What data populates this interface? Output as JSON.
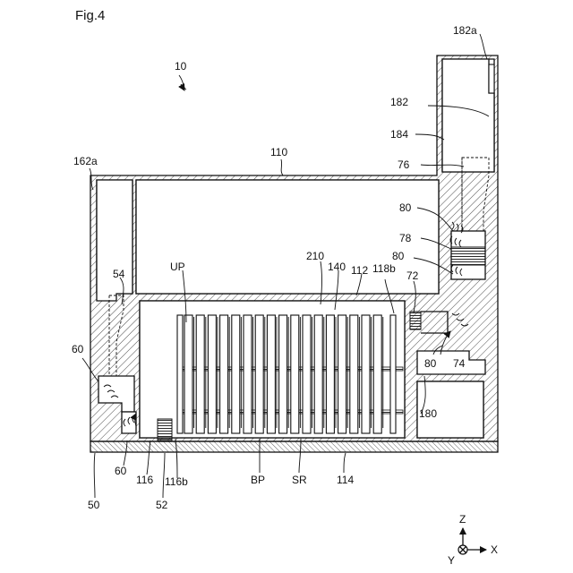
{
  "figure": {
    "title": "Fig.4",
    "labels": {
      "ref_10": "10",
      "ref_110": "110",
      "ref_162a": "162a",
      "ref_182a": "182a",
      "ref_182": "182",
      "ref_184": "184",
      "ref_76": "76",
      "ref_80_top": "80",
      "ref_78": "78",
      "ref_80_mid": "80",
      "ref_210": "210",
      "ref_140": "140",
      "ref_112": "112",
      "ref_118b": "118b",
      "ref_72": "72",
      "ref_54": "54",
      "ref_UP": "UP",
      "ref_60_left": "60",
      "ref_80_bottom": "80",
      "ref_74": "74",
      "ref_180": "180",
      "ref_60_bottom": "60",
      "ref_116": "116",
      "ref_116b": "116b",
      "ref_BP": "BP",
      "ref_SR": "SR",
      "ref_114": "114",
      "ref_50": "50",
      "ref_52": "52"
    },
    "axes": {
      "z": "Z",
      "x": "X",
      "y": "Y"
    }
  }
}
